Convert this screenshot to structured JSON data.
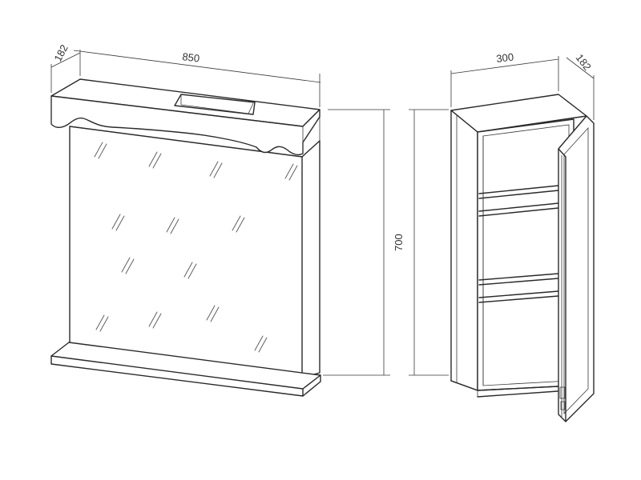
{
  "dimensions": {
    "mirror_depth": "182",
    "mirror_width": "850",
    "height": "700",
    "cabinet_width": "300",
    "cabinet_depth": "182"
  }
}
